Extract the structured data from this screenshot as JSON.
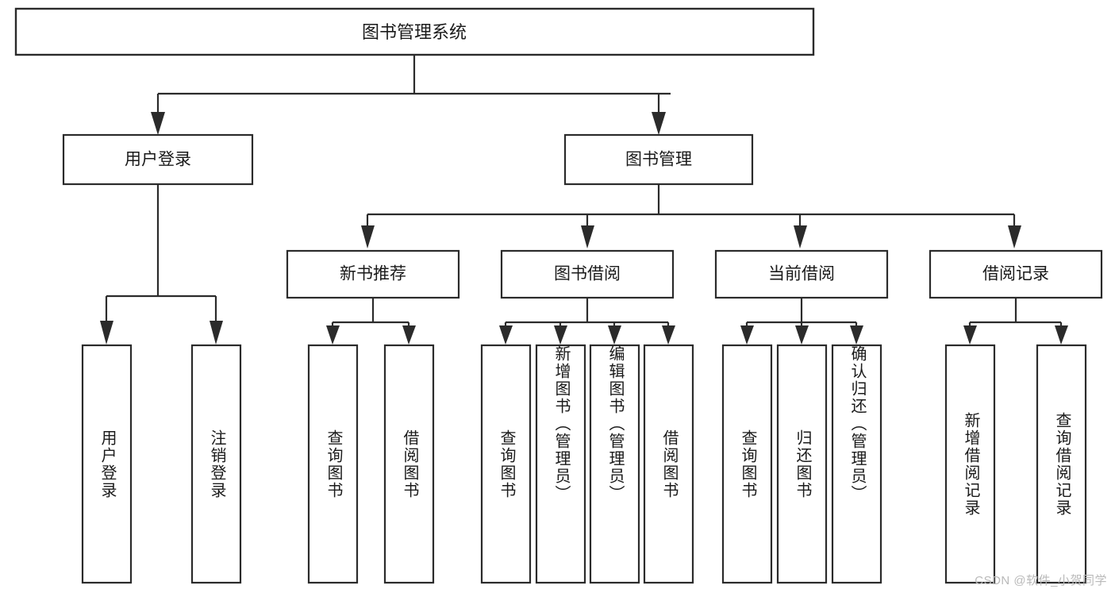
{
  "diagram": {
    "title": "图书管理系统",
    "type": "tree-hierarchy-chart",
    "colors": {
      "box_stroke": "#2b2b2b",
      "box_fill": "#ffffff",
      "text": "#1a1a1a",
      "connector": "#2b2b2b",
      "watermark": "#b9b9b9",
      "background": "#ffffff"
    },
    "root": {
      "label": "图书管理系统",
      "orientation": "horizontal"
    },
    "level2": [
      {
        "label": "用户登录",
        "orientation": "horizontal"
      },
      {
        "label": "图书管理",
        "orientation": "horizontal"
      }
    ],
    "level3": [
      {
        "label": "新书推荐",
        "orientation": "horizontal"
      },
      {
        "label": "图书借阅",
        "orientation": "horizontal"
      },
      {
        "label": "当前借阅",
        "orientation": "horizontal"
      },
      {
        "label": "借阅记录",
        "orientation": "horizontal"
      }
    ],
    "leaves": {
      "user_login": [
        {
          "label": "用户登录",
          "orientation": "vertical"
        },
        {
          "label": "注销登录",
          "orientation": "vertical"
        }
      ],
      "new_book_recommend": [
        {
          "label": "查询图书",
          "orientation": "vertical"
        },
        {
          "label": "借阅图书",
          "orientation": "vertical"
        }
      ],
      "book_borrow": [
        {
          "label": "查询图书",
          "orientation": "vertical"
        },
        {
          "label": "新增图书（管理员）",
          "orientation": "vertical"
        },
        {
          "label": "编辑图书（管理员）",
          "orientation": "vertical"
        },
        {
          "label": "借阅图书",
          "orientation": "vertical"
        }
      ],
      "current_borrow": [
        {
          "label": "查询图书",
          "orientation": "vertical"
        },
        {
          "label": "归还图书",
          "orientation": "vertical"
        },
        {
          "label": "确认归还（管理员）",
          "orientation": "vertical"
        }
      ],
      "borrow_record": [
        {
          "label": "新增借阅记录",
          "orientation": "vertical"
        },
        {
          "label": "查询借阅记录",
          "orientation": "vertical"
        }
      ]
    },
    "watermark": "CSDN @软件_小贺同学"
  }
}
